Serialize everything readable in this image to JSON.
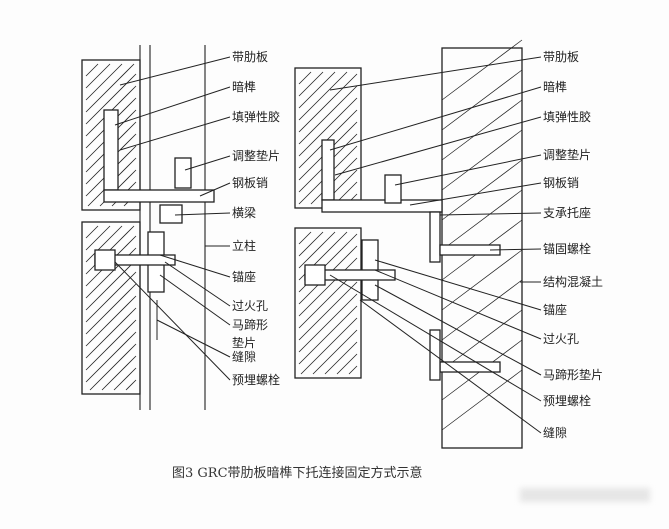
{
  "caption": "图3  GRC带肋板暗榫下托连接固定方式示意",
  "left_labels": [
    "带肋板",
    "暗榫",
    "填弹性胶",
    "调整垫片",
    "钢板销",
    "横梁",
    "立柱",
    "锚座",
    "过火孔",
    "马蹄形",
    "垫片",
    "缝隙",
    "预埋螺栓"
  ],
  "right_labels": [
    "带肋板",
    "暗榫",
    "填弹性胶",
    "调整垫片",
    "钢板销",
    "支承托座",
    "锚固螺栓",
    "结构混凝土",
    "锚座",
    "过火孔",
    "马蹄形垫片",
    "预埋螺栓",
    "缝隙"
  ]
}
